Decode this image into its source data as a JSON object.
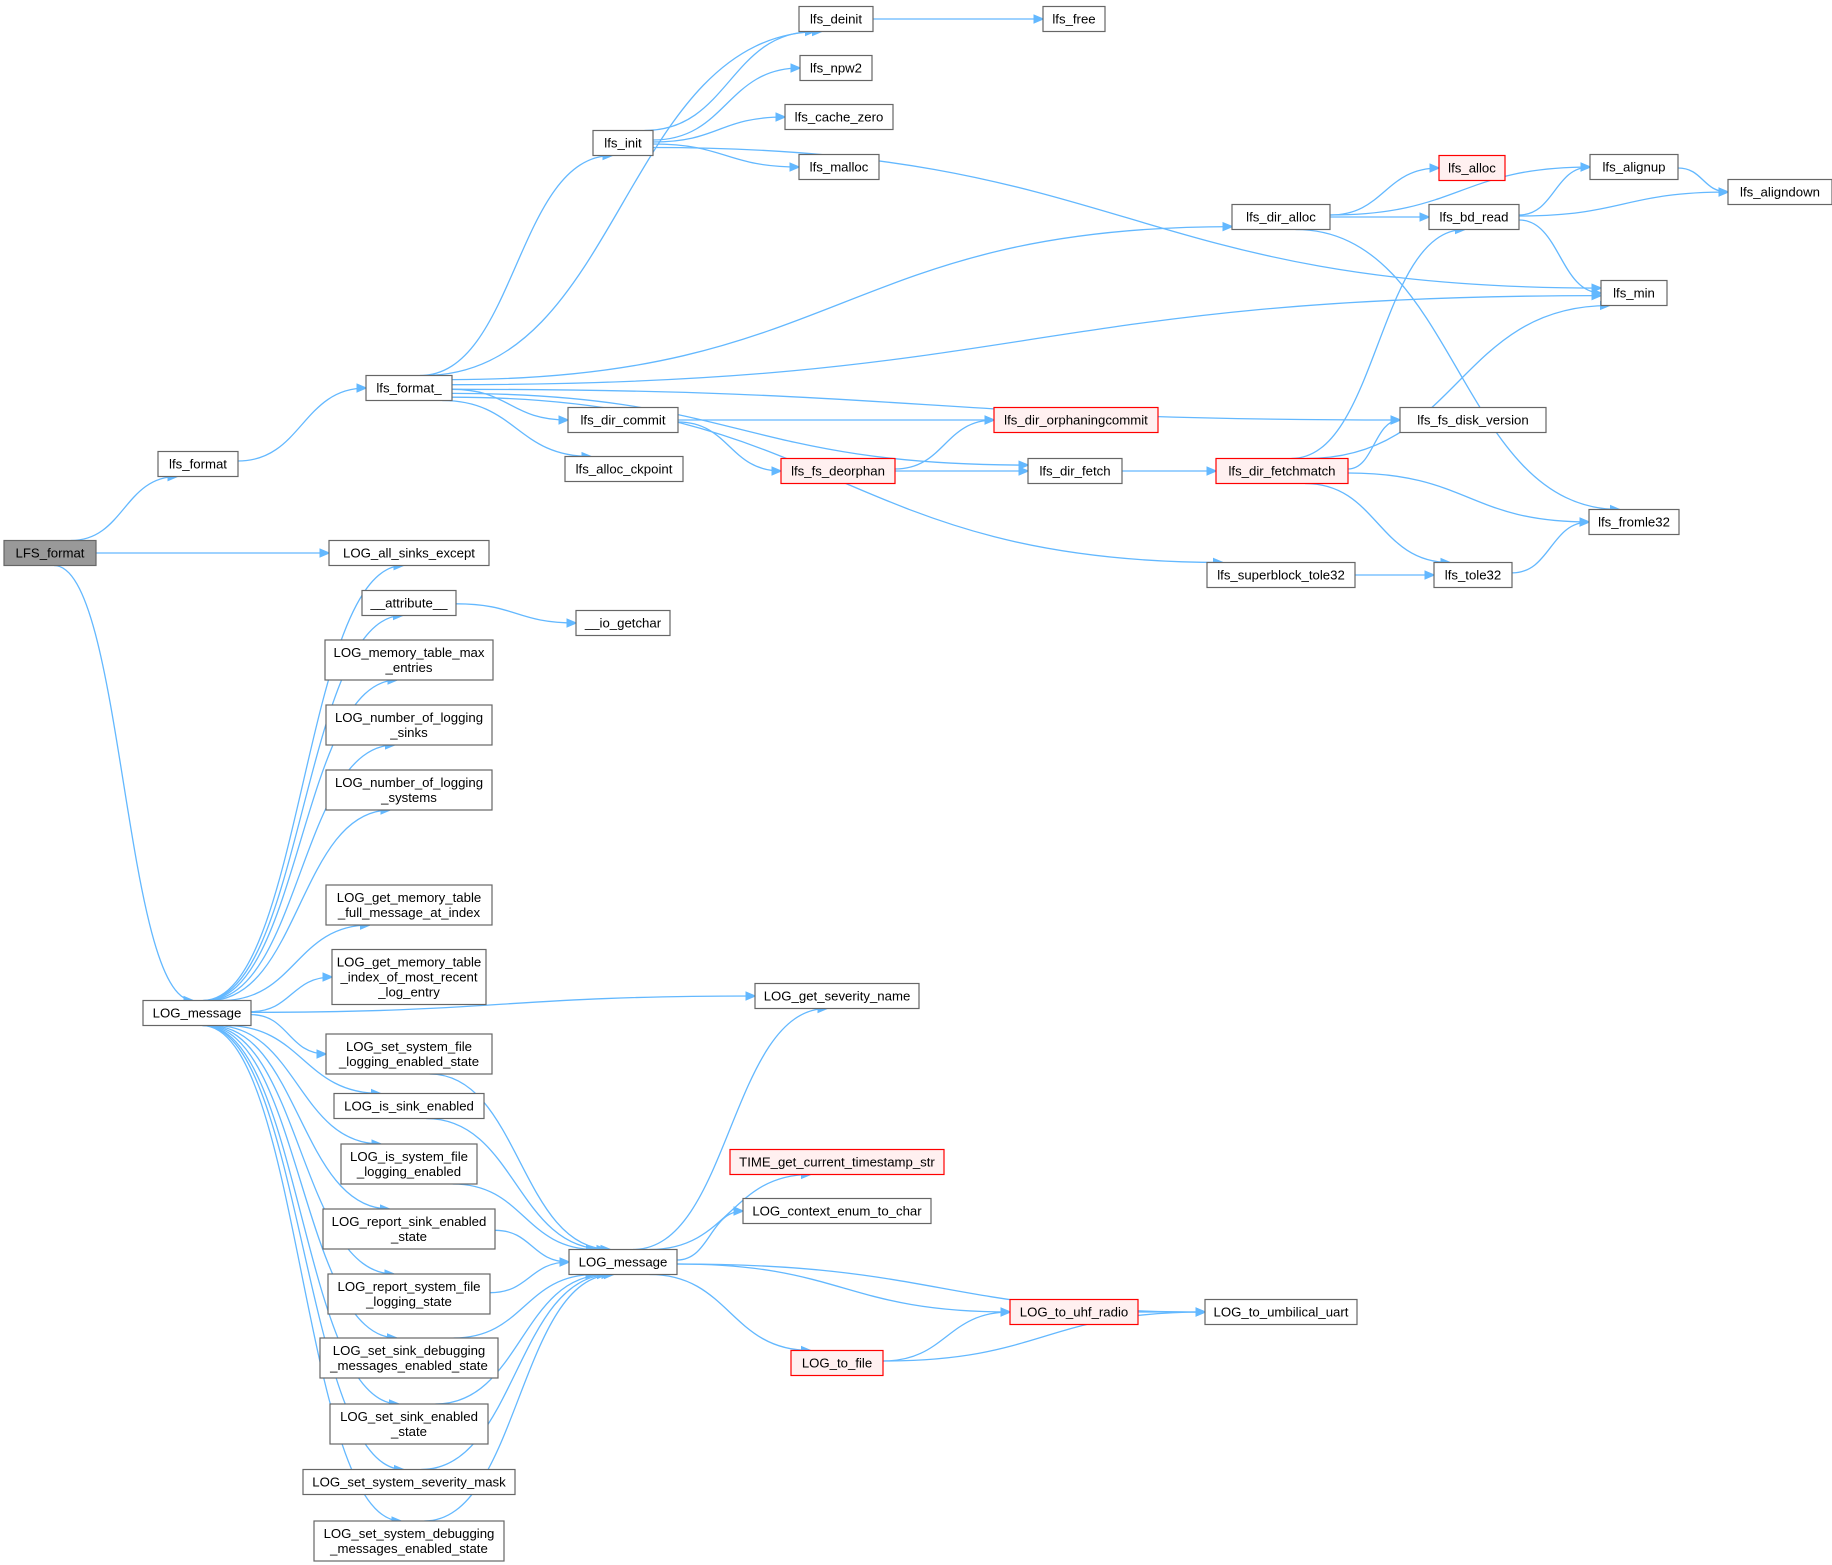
{
  "colors": {
    "edge": "#63b8ff",
    "node_border": "#666666",
    "node_fill": "#ffffff",
    "root_fill": "#999999",
    "incomplete_border": "#ff0000",
    "incomplete_fill": "#fff0f0"
  },
  "nodes": {
    "LFS_format": {
      "lines": [
        "LFS_format"
      ],
      "kind": "root"
    },
    "lfs_format": {
      "lines": [
        "lfs_format"
      ],
      "kind": "normal"
    },
    "lfs_format_": {
      "lines": [
        "lfs_format_"
      ],
      "kind": "normal"
    },
    "lfs_init": {
      "lines": [
        "lfs_init"
      ],
      "kind": "normal"
    },
    "lfs_deinit": {
      "lines": [
        "lfs_deinit"
      ],
      "kind": "normal"
    },
    "lfs_free": {
      "lines": [
        "lfs_free"
      ],
      "kind": "normal"
    },
    "lfs_npw2": {
      "lines": [
        "lfs_npw2"
      ],
      "kind": "normal"
    },
    "lfs_cache_zero": {
      "lines": [
        "lfs_cache_zero"
      ],
      "kind": "normal"
    },
    "lfs_malloc": {
      "lines": [
        "lfs_malloc"
      ],
      "kind": "normal"
    },
    "lfs_dir_alloc": {
      "lines": [
        "lfs_dir_alloc"
      ],
      "kind": "normal"
    },
    "lfs_alloc": {
      "lines": [
        "lfs_alloc"
      ],
      "kind": "incomplete"
    },
    "lfs_alignup": {
      "lines": [
        "lfs_alignup"
      ],
      "kind": "normal"
    },
    "lfs_aligndown": {
      "lines": [
        "lfs_aligndown"
      ],
      "kind": "normal"
    },
    "lfs_bd_read": {
      "lines": [
        "lfs_bd_read"
      ],
      "kind": "normal"
    },
    "lfs_min": {
      "lines": [
        "lfs_min"
      ],
      "kind": "normal"
    },
    "lfs_dir_commit": {
      "lines": [
        "lfs_dir_commit"
      ],
      "kind": "normal"
    },
    "lfs_dir_orphaningcommit": {
      "lines": [
        "lfs_dir_orphaningcommit"
      ],
      "kind": "incomplete"
    },
    "lfs_fs_disk_version": {
      "lines": [
        "lfs_fs_disk_version"
      ],
      "kind": "normal"
    },
    "lfs_alloc_ckpoint": {
      "lines": [
        "lfs_alloc_ckpoint"
      ],
      "kind": "normal"
    },
    "lfs_fs_deorphan": {
      "lines": [
        "lfs_fs_deorphan"
      ],
      "kind": "incomplete"
    },
    "lfs_dir_fetch": {
      "lines": [
        "lfs_dir_fetch"
      ],
      "kind": "normal"
    },
    "lfs_dir_fetchmatch": {
      "lines": [
        "lfs_dir_fetchmatch"
      ],
      "kind": "incomplete"
    },
    "lfs_fromle32": {
      "lines": [
        "lfs_fromle32"
      ],
      "kind": "normal"
    },
    "lfs_superblock_tole32": {
      "lines": [
        "lfs_superblock_tole32"
      ],
      "kind": "normal"
    },
    "lfs_tole32": {
      "lines": [
        "lfs_tole32"
      ],
      "kind": "normal"
    },
    "LOG_all_sinks_except": {
      "lines": [
        "LOG_all_sinks_except"
      ],
      "kind": "normal"
    },
    "__attribute__": {
      "lines": [
        "__attribute__"
      ],
      "kind": "normal"
    },
    "__io_getchar": {
      "lines": [
        "__io_getchar"
      ],
      "kind": "normal"
    },
    "LOG_memory_table_max_entries": {
      "lines": [
        "LOG_memory_table_max",
        "_entries"
      ],
      "kind": "normal"
    },
    "LOG_number_of_logging_sinks": {
      "lines": [
        "LOG_number_of_logging",
        "_sinks"
      ],
      "kind": "normal"
    },
    "LOG_number_of_logging_systems": {
      "lines": [
        "LOG_number_of_logging",
        "_systems"
      ],
      "kind": "normal"
    },
    "LOG_message_left": {
      "lines": [
        "LOG_message"
      ],
      "kind": "normal"
    },
    "LOG_get_memory_table_full_message_at_index": {
      "lines": [
        "LOG_get_memory_table",
        "_full_message_at_index"
      ],
      "kind": "normal"
    },
    "LOG_get_memory_table_index_of_most_recent_log_entry": {
      "lines": [
        "LOG_get_memory_table",
        "_index_of_most_recent",
        "_log_entry"
      ],
      "kind": "normal"
    },
    "LOG_get_severity_name": {
      "lines": [
        "LOG_get_severity_name"
      ],
      "kind": "normal"
    },
    "LOG_set_system_file_logging_enabled_state": {
      "lines": [
        "LOG_set_system_file",
        "_logging_enabled_state"
      ],
      "kind": "normal"
    },
    "LOG_is_sink_enabled": {
      "lines": [
        "LOG_is_sink_enabled"
      ],
      "kind": "normal"
    },
    "LOG_is_system_file_logging_enabled": {
      "lines": [
        "LOG_is_system_file",
        "_logging_enabled"
      ],
      "kind": "normal"
    },
    "TIME_get_current_timestamp_str": {
      "lines": [
        "TIME_get_current_timestamp_str"
      ],
      "kind": "incomplete"
    },
    "LOG_context_enum_to_char": {
      "lines": [
        "LOG_context_enum_to_char"
      ],
      "kind": "normal"
    },
    "LOG_report_sink_enabled_state": {
      "lines": [
        "LOG_report_sink_enabled",
        "_state"
      ],
      "kind": "normal"
    },
    "LOG_message_right": {
      "lines": [
        "LOG_message"
      ],
      "kind": "normal"
    },
    "LOG_report_system_file_logging_state": {
      "lines": [
        "LOG_report_system_file",
        "_logging_state"
      ],
      "kind": "normal"
    },
    "LOG_to_uhf_radio": {
      "lines": [
        "LOG_to_uhf_radio"
      ],
      "kind": "incomplete"
    },
    "LOG_to_umbilical_uart": {
      "lines": [
        "LOG_to_umbilical_uart"
      ],
      "kind": "normal"
    },
    "LOG_set_sink_debugging_messages_enabled_state": {
      "lines": [
        "LOG_set_sink_debugging",
        "_messages_enabled_state"
      ],
      "kind": "normal"
    },
    "LOG_to_file": {
      "lines": [
        "LOG_to_file"
      ],
      "kind": "incomplete"
    },
    "LOG_set_sink_enabled_state": {
      "lines": [
        "LOG_set_sink_enabled",
        "_state"
      ],
      "kind": "normal"
    },
    "LOG_set_system_severity_mask": {
      "lines": [
        "LOG_set_system_severity_mask"
      ],
      "kind": "normal"
    },
    "LOG_set_system_debugging_messages_enabled_state": {
      "lines": [
        "LOG_set_system_debugging",
        "_messages_enabled_state"
      ],
      "kind": "normal"
    }
  },
  "edges": [
    [
      "LFS_format",
      "lfs_format"
    ],
    [
      "LFS_format",
      "LOG_all_sinks_except"
    ],
    [
      "LFS_format",
      "LOG_message_left"
    ],
    [
      "lfs_format",
      "lfs_format_"
    ],
    [
      "lfs_format_",
      "lfs_deinit"
    ],
    [
      "lfs_format_",
      "lfs_init"
    ],
    [
      "lfs_format_",
      "lfs_dir_alloc"
    ],
    [
      "lfs_format_",
      "lfs_min"
    ],
    [
      "lfs_format_",
      "lfs_fs_disk_version"
    ],
    [
      "lfs_format_",
      "lfs_dir_commit"
    ],
    [
      "lfs_format_",
      "lfs_alloc_ckpoint"
    ],
    [
      "lfs_format_",
      "lfs_dir_fetch"
    ],
    [
      "lfs_format_",
      "lfs_superblock_tole32"
    ],
    [
      "lfs_init",
      "lfs_deinit"
    ],
    [
      "lfs_init",
      "lfs_npw2"
    ],
    [
      "lfs_init",
      "lfs_cache_zero"
    ],
    [
      "lfs_init",
      "lfs_malloc"
    ],
    [
      "lfs_init",
      "lfs_min"
    ],
    [
      "lfs_deinit",
      "lfs_free"
    ],
    [
      "lfs_dir_alloc",
      "lfs_alignup"
    ],
    [
      "lfs_dir_alloc",
      "lfs_alloc"
    ],
    [
      "lfs_dir_alloc",
      "lfs_bd_read"
    ],
    [
      "lfs_dir_alloc",
      "lfs_fromle32"
    ],
    [
      "lfs_alignup",
      "lfs_aligndown"
    ],
    [
      "lfs_bd_read",
      "lfs_alignup"
    ],
    [
      "lfs_bd_read",
      "lfs_aligndown"
    ],
    [
      "lfs_bd_read",
      "lfs_min"
    ],
    [
      "lfs_dir_commit",
      "lfs_dir_orphaningcommit"
    ],
    [
      "lfs_dir_commit",
      "lfs_fs_deorphan"
    ],
    [
      "lfs_fs_deorphan",
      "lfs_dir_orphaningcommit"
    ],
    [
      "lfs_fs_deorphan",
      "lfs_dir_fetch"
    ],
    [
      "lfs_dir_fetch",
      "lfs_dir_fetchmatch"
    ],
    [
      "lfs_dir_fetchmatch",
      "lfs_bd_read"
    ],
    [
      "lfs_dir_fetchmatch",
      "lfs_fs_disk_version"
    ],
    [
      "lfs_dir_fetchmatch",
      "lfs_min"
    ],
    [
      "lfs_dir_fetchmatch",
      "lfs_fromle32"
    ],
    [
      "lfs_dir_fetchmatch",
      "lfs_tole32"
    ],
    [
      "lfs_superblock_tole32",
      "lfs_tole32"
    ],
    [
      "lfs_tole32",
      "lfs_fromle32"
    ],
    [
      "__attribute__",
      "__io_getchar"
    ],
    [
      "LOG_message_left",
      "LOG_all_sinks_except"
    ],
    [
      "LOG_message_left",
      "__attribute__"
    ],
    [
      "LOG_message_left",
      "LOG_memory_table_max_entries"
    ],
    [
      "LOG_message_left",
      "LOG_number_of_logging_sinks"
    ],
    [
      "LOG_message_left",
      "LOG_number_of_logging_systems"
    ],
    [
      "LOG_message_left",
      "LOG_get_severity_name"
    ],
    [
      "LOG_message_left",
      "LOG_get_memory_table_full_message_at_index"
    ],
    [
      "LOG_message_left",
      "LOG_get_memory_table_index_of_most_recent_log_entry"
    ],
    [
      "LOG_message_left",
      "LOG_set_system_file_logging_enabled_state"
    ],
    [
      "LOG_message_left",
      "LOG_is_sink_enabled"
    ],
    [
      "LOG_message_left",
      "LOG_is_system_file_logging_enabled"
    ],
    [
      "LOG_message_left",
      "LOG_report_sink_enabled_state"
    ],
    [
      "LOG_message_left",
      "LOG_report_system_file_logging_state"
    ],
    [
      "LOG_message_left",
      "LOG_set_sink_debugging_messages_enabled_state"
    ],
    [
      "LOG_message_left",
      "LOG_set_sink_enabled_state"
    ],
    [
      "LOG_message_left",
      "LOG_set_system_severity_mask"
    ],
    [
      "LOG_message_left",
      "LOG_set_system_debugging_messages_enabled_state"
    ],
    [
      "LOG_set_system_file_logging_enabled_state",
      "LOG_message_right"
    ],
    [
      "LOG_is_sink_enabled",
      "LOG_message_right"
    ],
    [
      "LOG_is_system_file_logging_enabled",
      "LOG_message_right"
    ],
    [
      "LOG_report_sink_enabled_state",
      "LOG_message_right"
    ],
    [
      "LOG_report_system_file_logging_state",
      "LOG_message_right"
    ],
    [
      "LOG_set_sink_debugging_messages_enabled_state",
      "LOG_message_right"
    ],
    [
      "LOG_set_sink_enabled_state",
      "LOG_message_right"
    ],
    [
      "LOG_set_system_severity_mask",
      "LOG_message_right"
    ],
    [
      "LOG_set_system_debugging_messages_enabled_state",
      "LOG_message_right"
    ],
    [
      "LOG_message_right",
      "LOG_get_severity_name"
    ],
    [
      "LOG_message_right",
      "TIME_get_current_timestamp_str"
    ],
    [
      "LOG_message_right",
      "LOG_context_enum_to_char"
    ],
    [
      "LOG_message_right",
      "LOG_to_umbilical_uart"
    ],
    [
      "LOG_message_right",
      "LOG_to_uhf_radio"
    ],
    [
      "LOG_message_right",
      "LOG_to_file"
    ],
    [
      "LOG_to_uhf_radio",
      "LOG_to_umbilical_uart"
    ],
    [
      "LOG_to_file",
      "LOG_to_uhf_radio"
    ],
    [
      "LOG_to_file",
      "LOG_to_umbilical_uart"
    ]
  ]
}
